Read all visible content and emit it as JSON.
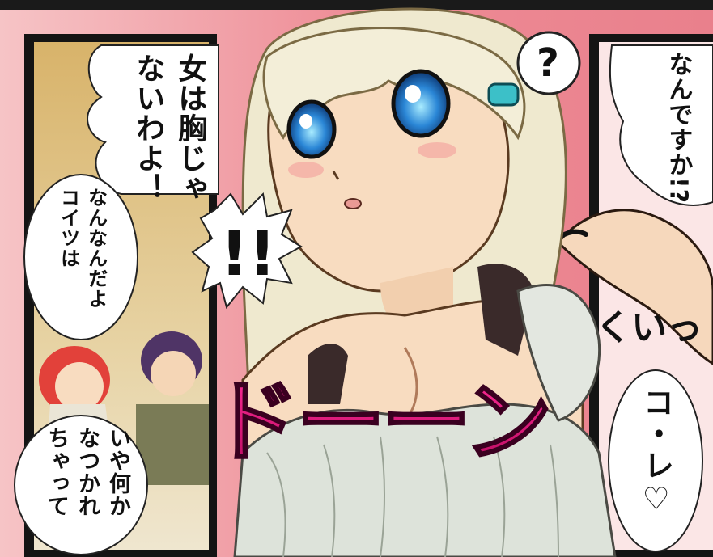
{
  "bubbles": {
    "left_main": {
      "line1": "女は胸じゃ",
      "line2": "ないわよ！"
    },
    "left_small": {
      "line1": "なんなんだよ",
      "line2": "コイツは"
    },
    "left_bottom": {
      "line1": "いや何か",
      "line2": "なつかれ",
      "line3": "ちゃって"
    },
    "right_top": {
      "line1": "なんですか!?"
    },
    "right_bottom": {
      "line1": "コ・レ♡"
    },
    "question": {
      "text": "?"
    }
  },
  "sfx": {
    "exclaim": "!!",
    "doon": "ドーーン",
    "kui": "くいっ"
  },
  "colors": {
    "background_pink": "#f0909a",
    "hair": "#efe9cf",
    "skin": "#f8dcc0",
    "eyes": "#2a86d6",
    "dress": "#dde3da",
    "sfx_magenta": "#e0187c",
    "hair_clip": "#3cc0c8"
  }
}
